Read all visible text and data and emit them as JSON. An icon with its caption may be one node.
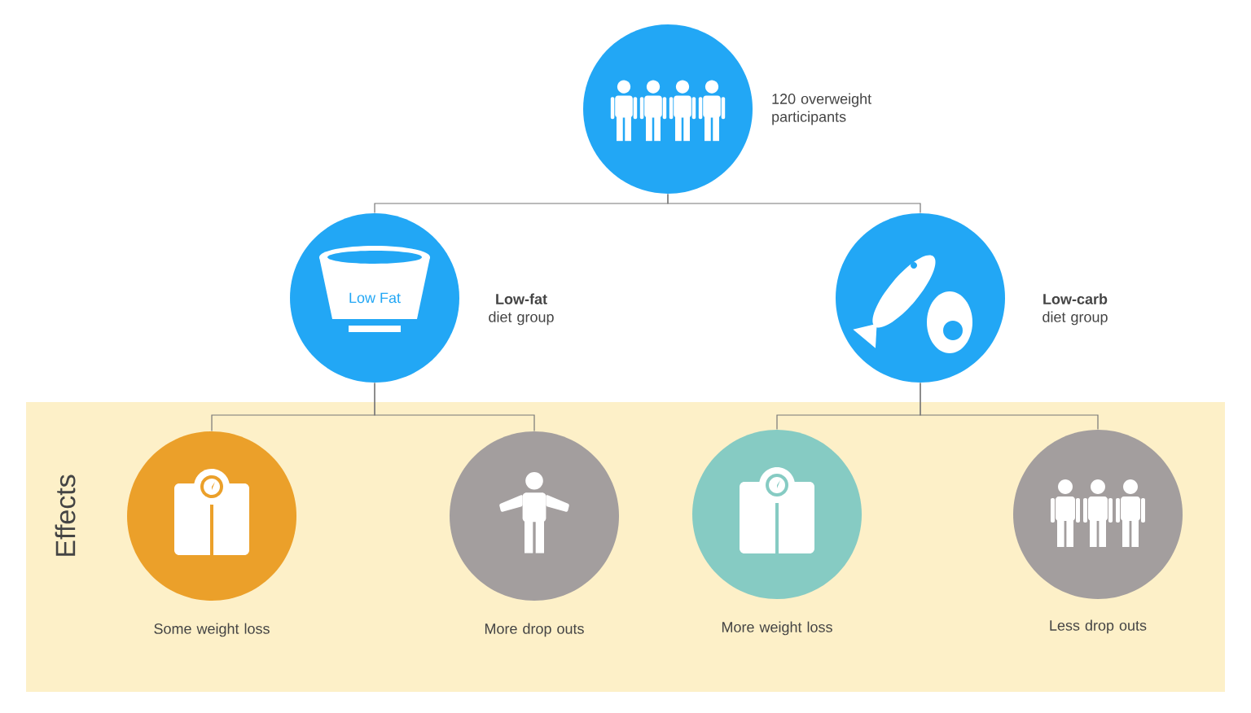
{
  "diagram": {
    "nodes": [
      {
        "text": [],
        "shape": "circle",
        "beside": [
          "120 overweight participants"
        ]
      },
      {
        "text": [
          "Low Fat"
        ],
        "beside": [
          "**Low-fat** diet group"
        ]
      },
      {
        "text": [],
        "shape": "circle",
        "beside": [
          "**Low-carb** diet group"
        ]
      },
      {
        "text": [
          "Effects"
        ]
      },
      {
        "text": [],
        "shape": "circle",
        "in": 3,
        "beside": [
          "Some weight loss"
        ]
      },
      {
        "text": [],
        "shape": "circle",
        "in": 3,
        "beside": [
          "More drop outs"
        ]
      },
      {
        "text": [],
        "shape": "circle",
        "in": 3,
        "beside": [
          "More weight loss"
        ]
      },
      {
        "text": [],
        "shape": "circle",
        "in": 3,
        "beside": [
          "Less drop outs"
        ]
      }
    ],
    "edges": [
      {
        "from": 0,
        "to": 1,
        "arrow": "none"
      },
      {
        "from": 0,
        "to": 2,
        "arrow": "none"
      },
      {
        "from": 1,
        "to": 4,
        "arrow": "none"
      },
      {
        "from": 1,
        "to": 5,
        "arrow": "none"
      },
      {
        "from": 2,
        "to": 6,
        "arrow": "none"
      },
      {
        "from": 2,
        "to": 7,
        "arrow": "none"
      }
    ]
  }
}
